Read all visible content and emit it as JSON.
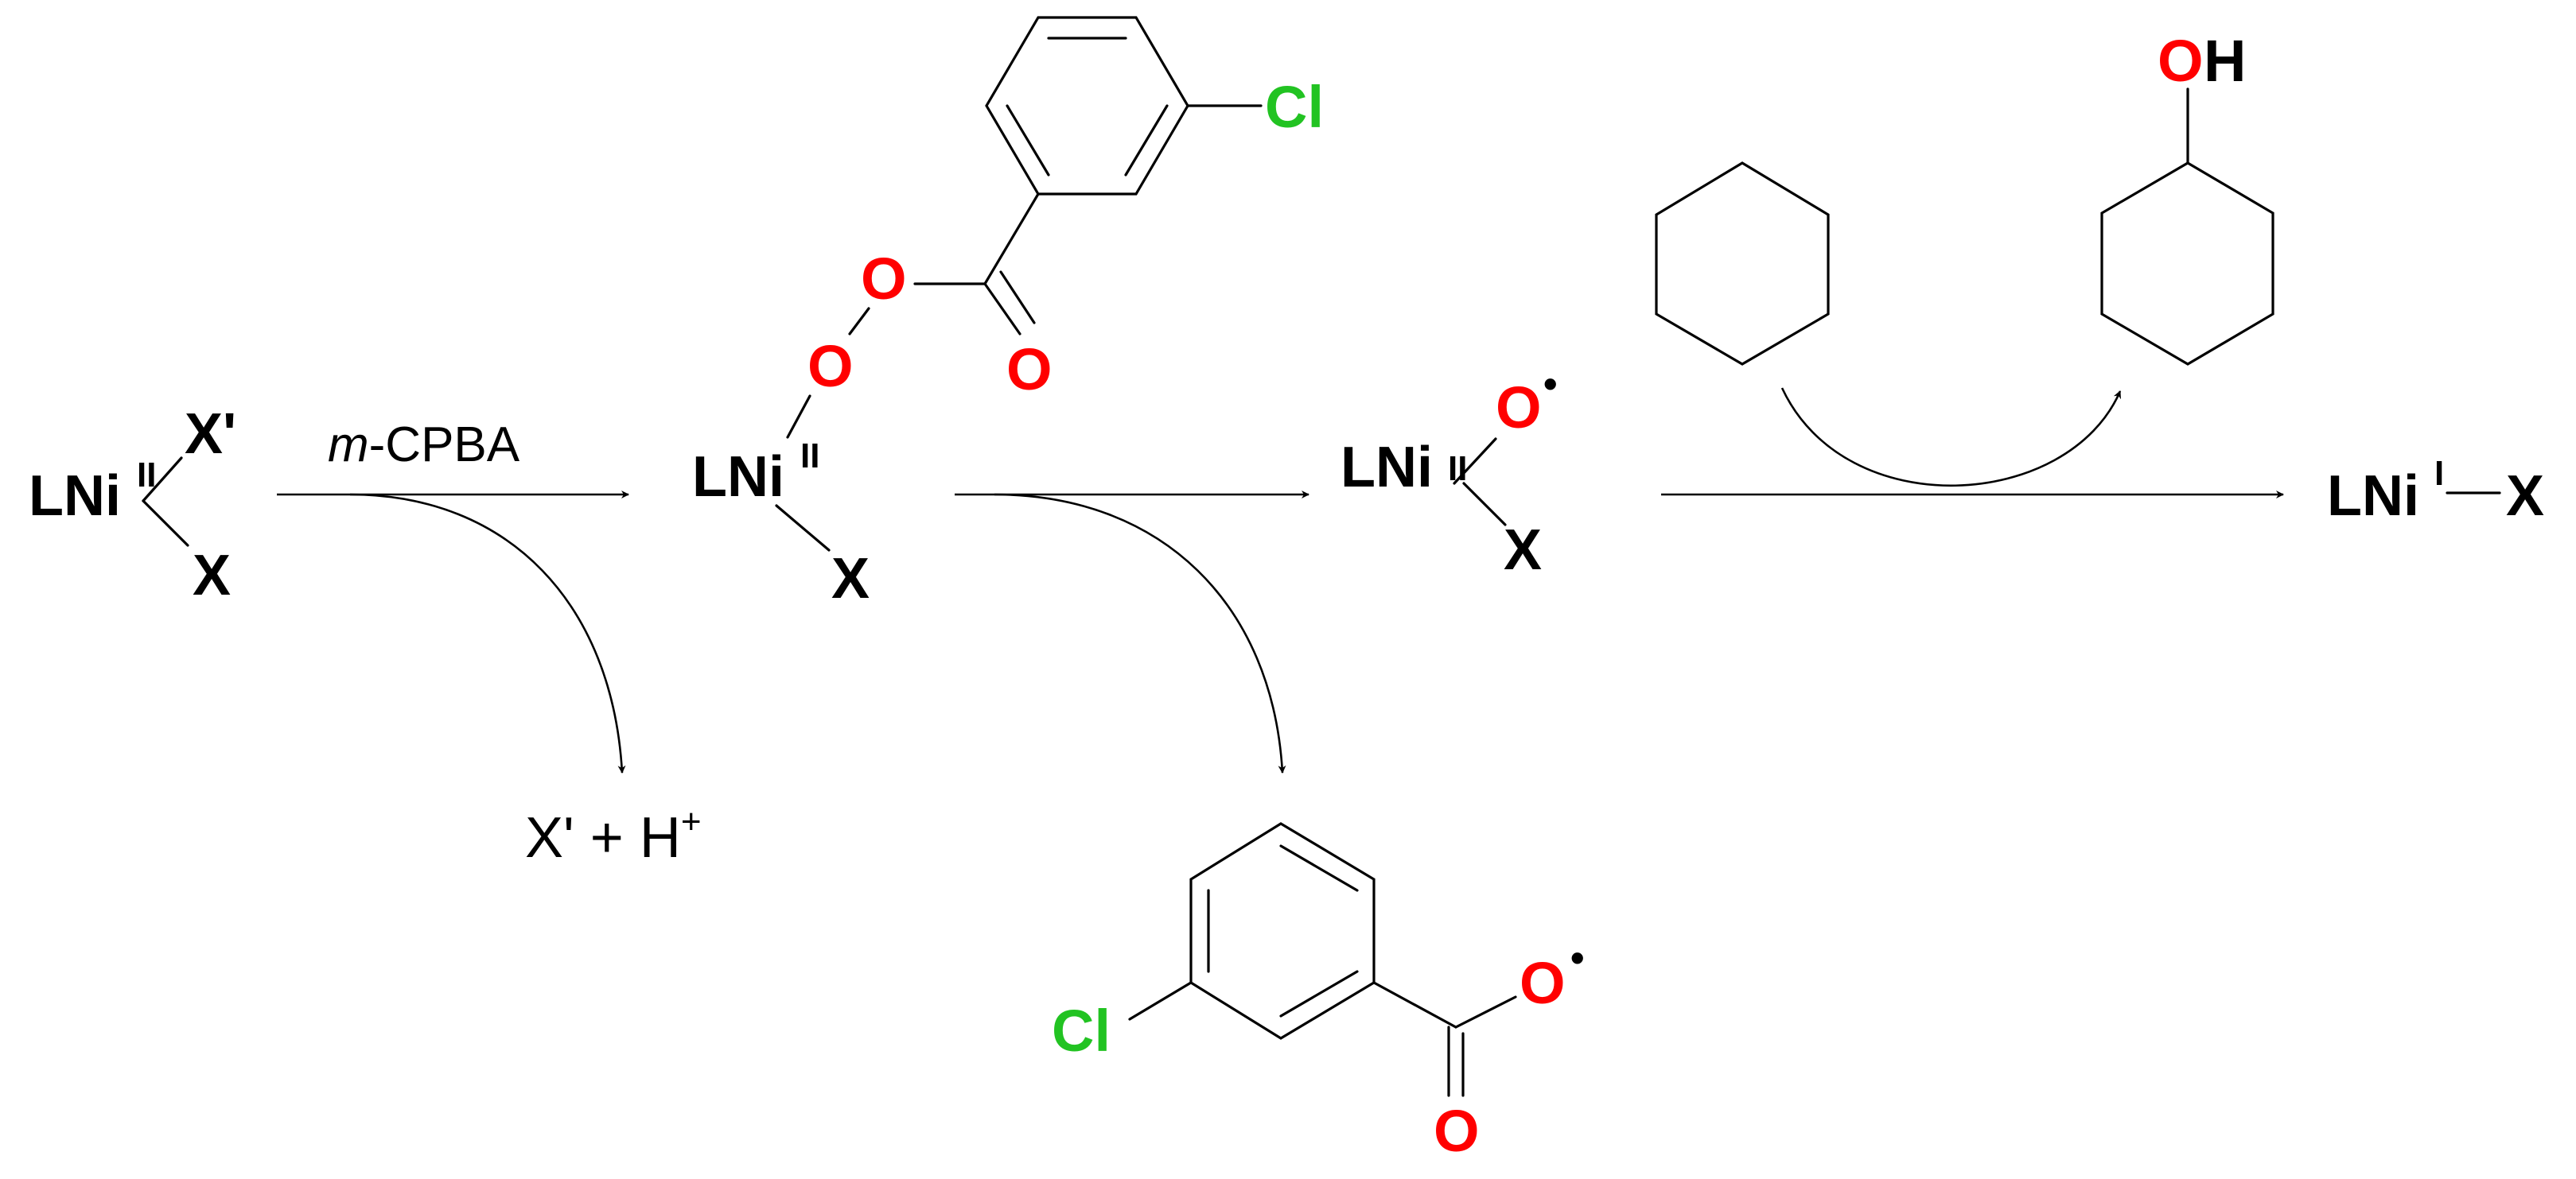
{
  "colors": {
    "ink": "#000000",
    "oxygen": "#ff0000",
    "chlorine": "#22c322"
  },
  "species": {
    "ni_start": {
      "metal": "LNi",
      "ox_state": "II",
      "ligand_top": "X'",
      "ligand_bottom": "X"
    },
    "ni_peroxo": {
      "metal": "LNi",
      "ox_state": "II",
      "ligand_bottom": "X",
      "o1": "O",
      "o2": "O",
      "carbonyl_o": "O",
      "cl": "Cl"
    },
    "ni_oxyl": {
      "metal": "LNi",
      "ox_state": "II",
      "oxyl": "O",
      "radical_dot": "•",
      "ligand_bottom": "X"
    },
    "ni_final": {
      "metal": "LNi",
      "ox_state": "I",
      "ligand": "X"
    },
    "cyclohexanol": {
      "o": "O",
      "h": "H"
    },
    "byproduct_1": {
      "text_main": "X' + H",
      "charge": "+"
    },
    "benzoyloxyl": {
      "cl": "Cl",
      "o_radical": "O",
      "radical_dot": "•",
      "carbonyl_o": "O"
    }
  },
  "reagent": {
    "italic_part": "m",
    "rest": "-CPBA"
  }
}
